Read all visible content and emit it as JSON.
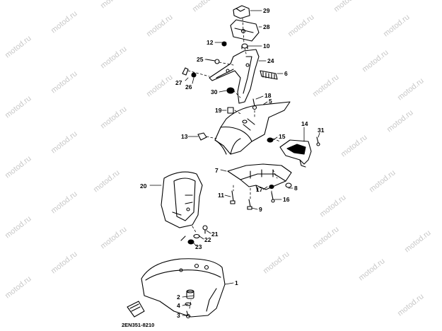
{
  "watermark": "motod.ru",
  "diagram_code": "2EN351-8210",
  "part_numbers": [
    "1",
    "2",
    "3",
    "4",
    "5",
    "6",
    "7",
    "8",
    "9",
    "10",
    "11",
    "12",
    "13",
    "14",
    "15",
    "16",
    "17",
    "18",
    "19",
    "20",
    "21",
    "22",
    "23",
    "24",
    "25",
    "26",
    "27",
    "28",
    "29",
    "30",
    "31"
  ]
}
